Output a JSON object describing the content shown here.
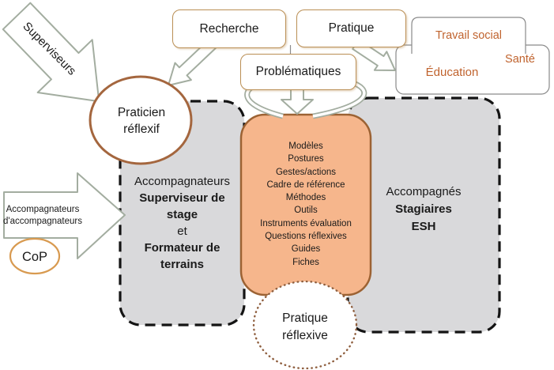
{
  "top_boxes": {
    "recherche": "Recherche",
    "pratique": "Pratique",
    "problematiques": "Problématiques"
  },
  "fields_panel": {
    "travail_social": "Travail social",
    "sante": "Santé",
    "education": "Éducation"
  },
  "superviseurs_arrow": {
    "label": "Superviseurs"
  },
  "accompagnateurs_arrow": {
    "line1": "Accompagnateurs",
    "line2": "d'accompagnateurs"
  },
  "cop_circle": {
    "label": "CoP"
  },
  "praticien_circle": {
    "line1": "Praticien",
    "line2": "réflexif"
  },
  "left_box": {
    "title": "Accompagnateurs",
    "role1": "Superviseur de stage",
    "connector": "et",
    "role2": "Formateur de terrains"
  },
  "center_box": {
    "items": [
      "Modèles",
      "Postures",
      "Gestes/actions",
      "Cadre de référence",
      "Méthodes",
      "Outils",
      "Instruments évaluation",
      "Questions réflexives",
      "Guides",
      "Fiches"
    ]
  },
  "right_box": {
    "title": "Accompagnés",
    "bold1": "Stagiaires",
    "bold2": "ESH"
  },
  "reflexive_circle": {
    "line1": "Pratique",
    "line2": "réflexive"
  },
  "colors": {
    "tan_border": "#BA8F55",
    "arrow_outline": "#A3ADA0",
    "orange_fill": "#F6B68C",
    "orange_border": "#9C6233",
    "gray_fill": "#D9D9DB",
    "dashed_border": "#141414",
    "praticien_border": "#A4663E",
    "dotted_circle_border": "#8F5F3F",
    "cop_border": "#D89A50",
    "orange_text": "#C0632E"
  }
}
